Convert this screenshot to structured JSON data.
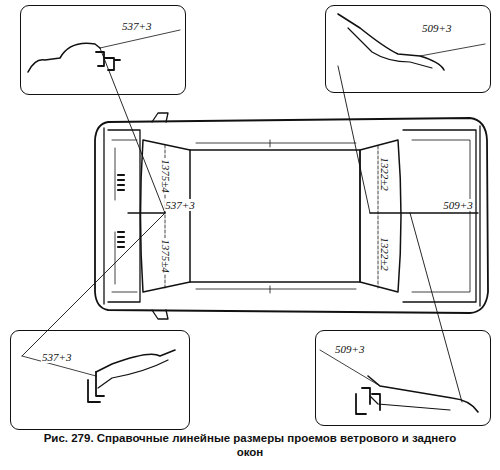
{
  "diagram": {
    "caption": "Рис. 279. Справочные линейные размеры проемов ветрового и заднего окон",
    "nodes": [
      {
        "text": [
          "537+3"
        ]
      },
      {
        "text": [
          "509+3"
        ]
      },
      {
        "text": [
          "537+3"
        ]
      },
      {
        "text": [
          "509+3"
        ]
      }
    ],
    "labels": [
      "1375±4",
      "537+3",
      "1375±4",
      "1322±2",
      "1322±2",
      "509+3"
    ]
  }
}
